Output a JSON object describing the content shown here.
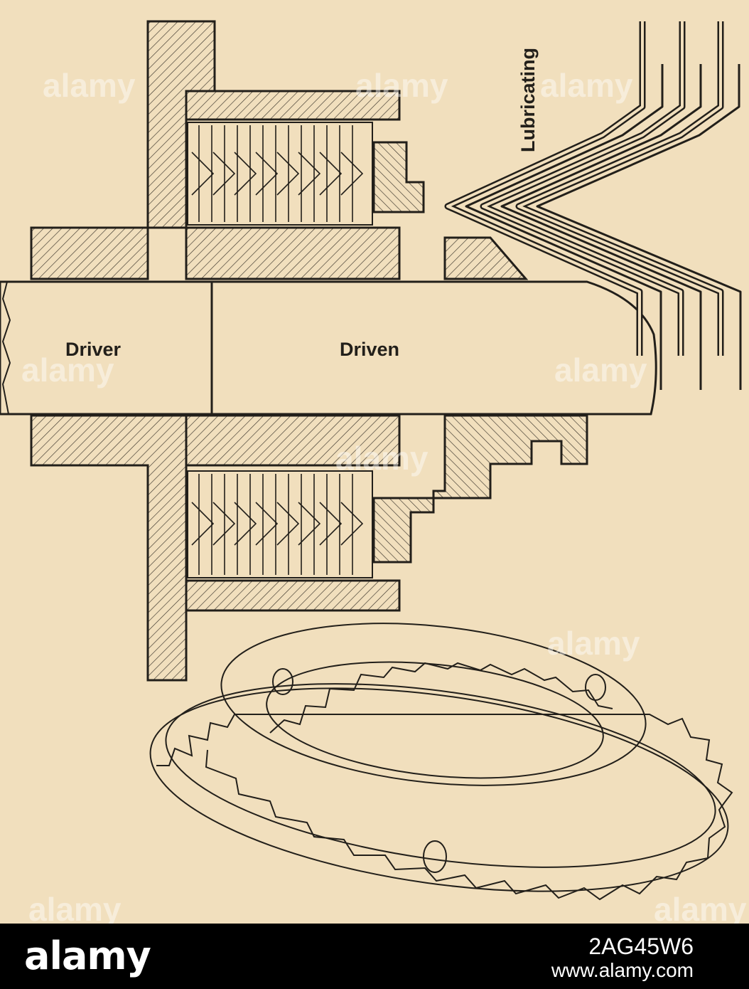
{
  "labels": {
    "driver": "Driver",
    "driven": "Driven",
    "lubricating": "Lubricating"
  },
  "watermark": {
    "text": "alamy"
  },
  "footer": {
    "logo": "alamy",
    "image_id": "2AG45W6",
    "url": "www.alamy.com"
  },
  "colors": {
    "paper": "#f1dfbd",
    "ink": "#221f1a",
    "footer_bg": "#000000"
  }
}
